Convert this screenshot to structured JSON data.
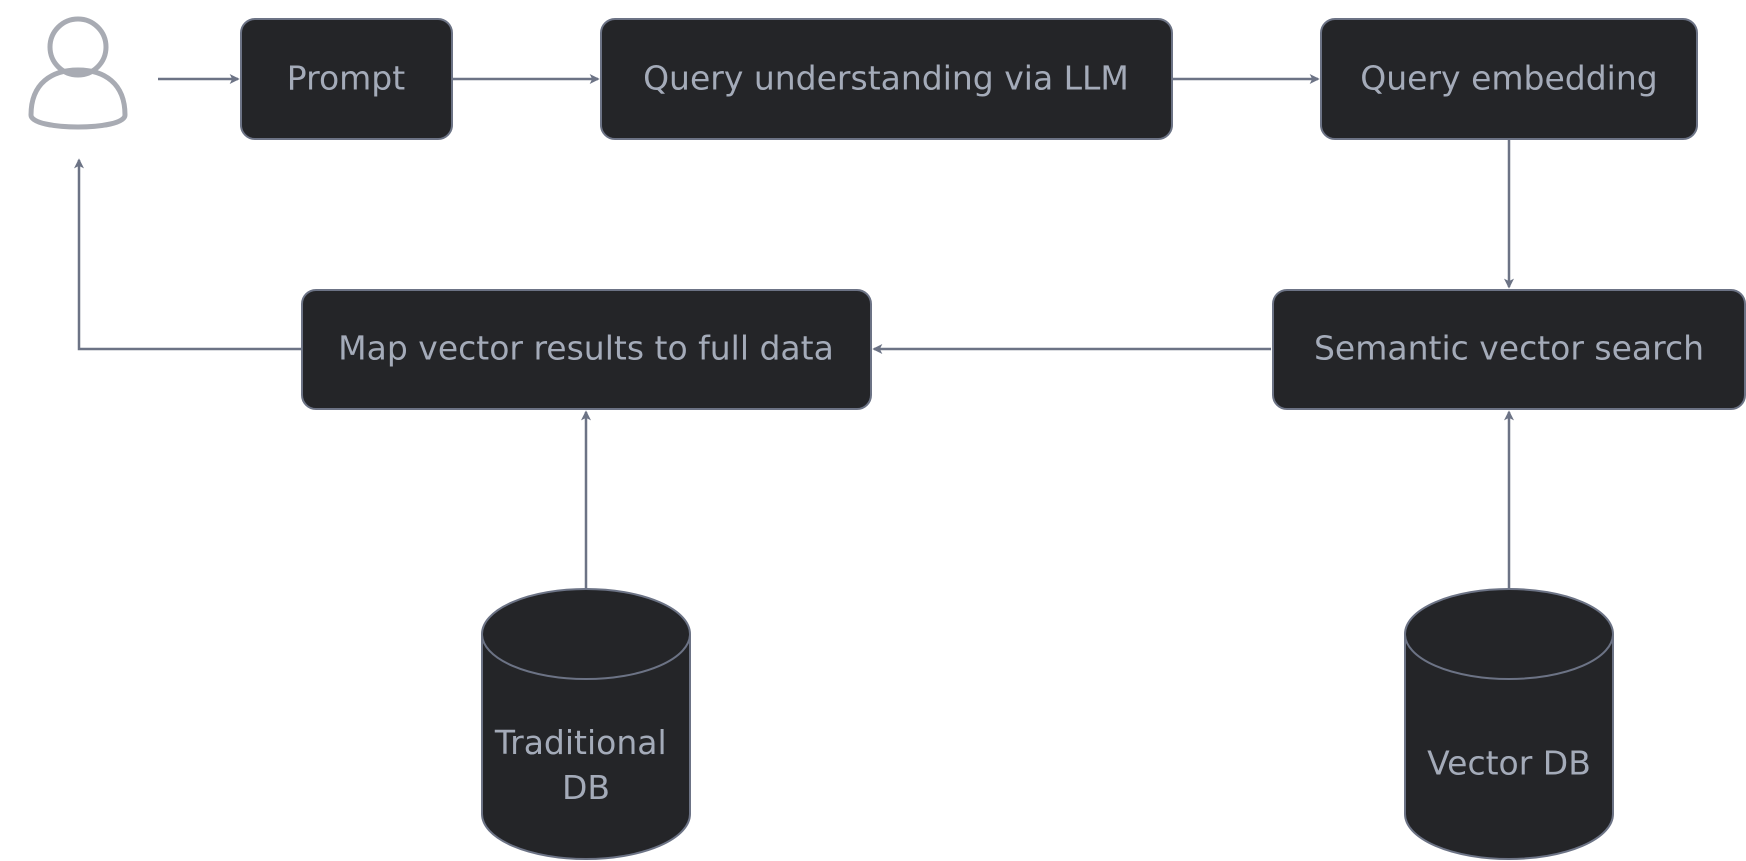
{
  "nodes": {
    "prompt": "Prompt",
    "query_understanding": "Query understanding via LLM",
    "query_embedding": "Query embedding",
    "semantic_search": "Semantic vector search",
    "map_results": "Map vector results to full data",
    "traditional_db": [
      "Traditional",
      "DB"
    ],
    "vector_db": "Vector DB"
  },
  "icons": {
    "user": "user-icon"
  },
  "colors": {
    "node_fill": "#242528",
    "node_stroke": "#6c7385",
    "edge": "#6c7385",
    "text": "#a4abb9",
    "user_icon": "#a8abb3"
  }
}
